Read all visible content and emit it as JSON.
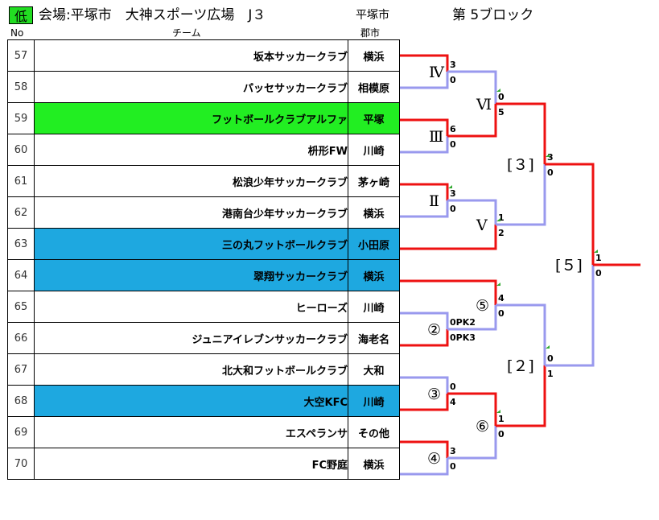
{
  "header": {
    "badge": "低",
    "venue": "会場:平塚市　大神スポーツ広場　J３",
    "city": "平塚市",
    "block": "第 5ブロック"
  },
  "columns": {
    "no": "No",
    "team": "チーム",
    "city": "郡市"
  },
  "colors": {
    "win_line": "#ee1111",
    "lose_line": "#9999ee",
    "highlight_green": "#22ee22",
    "highlight_blue": "#1ea8e0"
  },
  "teams": [
    {
      "no": "57",
      "name": "坂本サッカークラブ",
      "city": "横浜",
      "highlight": ""
    },
    {
      "no": "58",
      "name": "パッセサッカークラブ",
      "city": "相模原",
      "highlight": ""
    },
    {
      "no": "59",
      "name": "フットボールクラブアルファ",
      "city": "平塚",
      "highlight": "green"
    },
    {
      "no": "60",
      "name": "枡形FW",
      "city": "川崎",
      "highlight": ""
    },
    {
      "no": "61",
      "name": "松浪少年サッカークラブ",
      "city": "茅ヶ崎",
      "highlight": ""
    },
    {
      "no": "62",
      "name": "港南台少年サッカークラブ",
      "city": "横浜",
      "highlight": ""
    },
    {
      "no": "63",
      "name": "三の丸フットボールクラブ",
      "city": "小田原",
      "highlight": "blue"
    },
    {
      "no": "64",
      "name": "翠翔サッカークラブ",
      "city": "横浜",
      "highlight": "blue"
    },
    {
      "no": "65",
      "name": "ヒーローズ",
      "city": "川崎",
      "highlight": ""
    },
    {
      "no": "66",
      "name": "ジュニアイレブンサッカークラブ",
      "city": "海老名",
      "highlight": ""
    },
    {
      "no": "67",
      "name": "北大和フットボールクラブ",
      "city": "大和",
      "highlight": ""
    },
    {
      "no": "68",
      "name": "大空KFC",
      "city": "川崎",
      "highlight": "blue"
    },
    {
      "no": "69",
      "name": "エスペランサ",
      "city": "その他",
      "highlight": ""
    },
    {
      "no": "70",
      "name": "FC野庭",
      "city": "横浜",
      "highlight": ""
    }
  ],
  "bracket": {
    "round_labels": [
      "Ⅳ",
      "Ⅲ",
      "Ⅱ",
      "②",
      "③",
      "④",
      "Ⅵ",
      "Ⅴ",
      "⑤",
      "⑥",
      "[３]",
      "[２]",
      "[５]"
    ],
    "scores": {
      "m_iv": [
        "3",
        "0"
      ],
      "m_iii": [
        "6",
        "0"
      ],
      "m_ii": [
        "3",
        "0"
      ],
      "m_2": [
        "0PK2",
        "0PK3"
      ],
      "m_3": [
        "0",
        "4"
      ],
      "m_4": [
        "3",
        "0"
      ],
      "m_vi": [
        "0",
        "5"
      ],
      "m_v": [
        "1",
        "2"
      ],
      "m_5": [
        "4",
        "0"
      ],
      "m_6": [
        "1",
        "0"
      ],
      "m_b3": [
        "3",
        "0"
      ],
      "m_b2": [
        "0",
        "1"
      ],
      "m_b5": [
        "1",
        "0"
      ]
    }
  }
}
